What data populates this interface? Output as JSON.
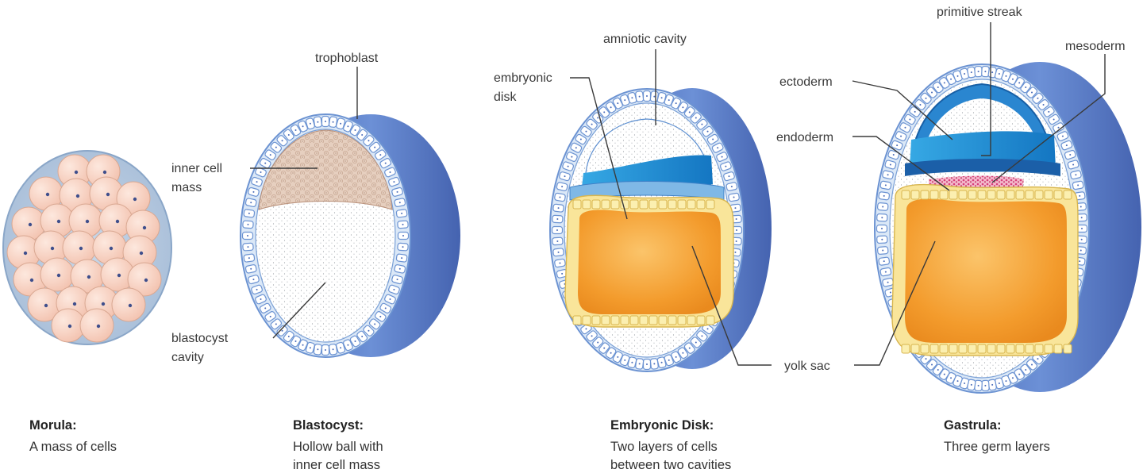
{
  "labels": {
    "trophoblast": "trophoblast",
    "inner_cell_mass_1": "inner cell",
    "inner_cell_mass_2": "mass",
    "blastocyst_cavity_1": "blastocyst",
    "blastocyst_cavity_2": "cavity",
    "embryonic_disk_1": "embryonic",
    "embryonic_disk_2": "disk",
    "amniotic_cavity": "amniotic cavity",
    "yolk_sac": "yolk sac",
    "primitive_streak": "primitive streak",
    "mesoderm": "mesoderm",
    "ectoderm": "ectoderm",
    "endoderm": "endoderm"
  },
  "captions": [
    {
      "title": "Morula:",
      "lines": [
        "A mass of cells"
      ]
    },
    {
      "title": "Blastocyst:",
      "lines": [
        "Hollow ball with",
        "inner cell mass"
      ]
    },
    {
      "title": "Embryonic Disk:",
      "lines": [
        "Two layers of cells",
        "between two cavities"
      ]
    },
    {
      "title": "Gastrula:",
      "lines": [
        "Three germ layers"
      ]
    }
  ],
  "colors": {
    "outer_shell": "#5b7ec9",
    "ring_fill": "#dbe8f7",
    "ring_cell": "#6c93d2",
    "morula_cell": "#f8d6c8",
    "inner_cell_mass": "#e3cbbb",
    "amnion": "#1e93d6",
    "yolk": "#f29d2a",
    "yolk_ring": "#f9e59a",
    "mesoderm": "#d8407a"
  }
}
